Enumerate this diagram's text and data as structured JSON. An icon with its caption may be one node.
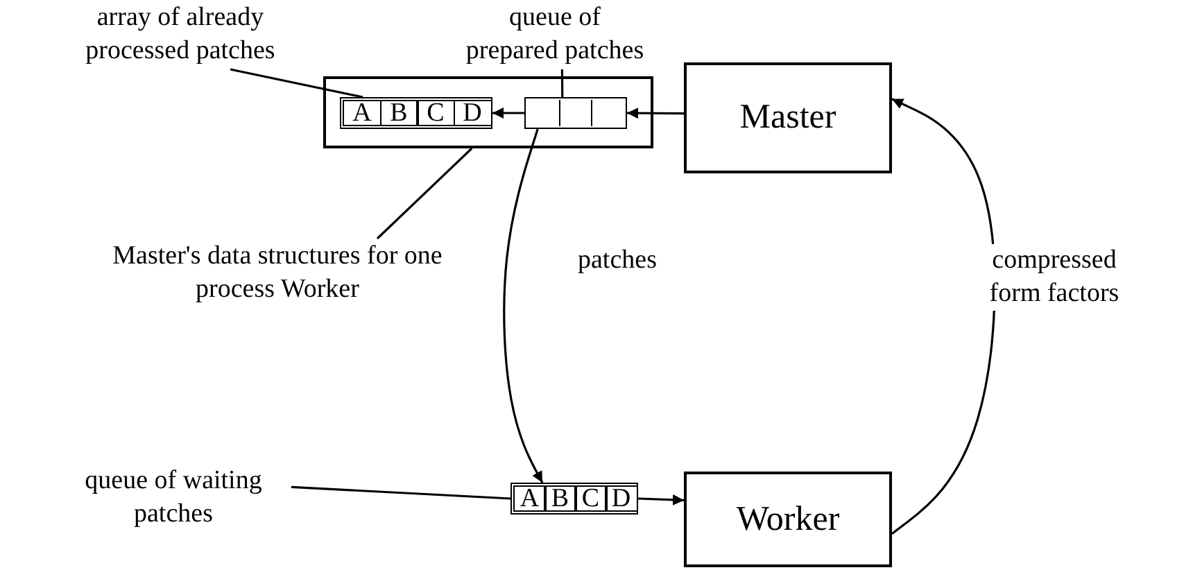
{
  "diagram": {
    "nodes": [
      {
        "text": [],
        "shape": "box"
      },
      {
        "text": [
          "A",
          "B",
          "C",
          "D"
        ],
        "in": 0
      },
      {
        "text": [],
        "shape": "box",
        "in": 0
      },
      {
        "text": [
          "Master"
        ]
      },
      {
        "text": [
          "Worker"
        ]
      },
      {
        "text": [
          "A",
          "B",
          "C",
          "D"
        ]
      },
      {
        "text": [
          "array of already processed patches"
        ]
      },
      {
        "text": [
          "queue of prepared patches"
        ]
      },
      {
        "text": [
          "Master's data structures for one process Worker"
        ]
      },
      {
        "text": [
          "queue of waiting patches"
        ]
      }
    ],
    "edges": [
      {
        "from": 3,
        "to": 2,
        "arrow": "to"
      },
      {
        "from": 2,
        "to": 1,
        "arrow": "to"
      },
      {
        "from": 2,
        "to": 5,
        "arrow": "to",
        "label": "patches"
      },
      {
        "from": 5,
        "to": 4,
        "arrow": "to"
      },
      {
        "from": 4,
        "to": 3,
        "arrow": "to",
        "label": "compressed form factors"
      },
      {
        "from": 6,
        "to": 1,
        "arrow": "none"
      },
      {
        "from": 7,
        "to": 2,
        "arrow": "none"
      },
      {
        "from": 8,
        "to": 0,
        "arrow": "none"
      },
      {
        "from": 9,
        "to": 5,
        "arrow": "none"
      }
    ]
  }
}
